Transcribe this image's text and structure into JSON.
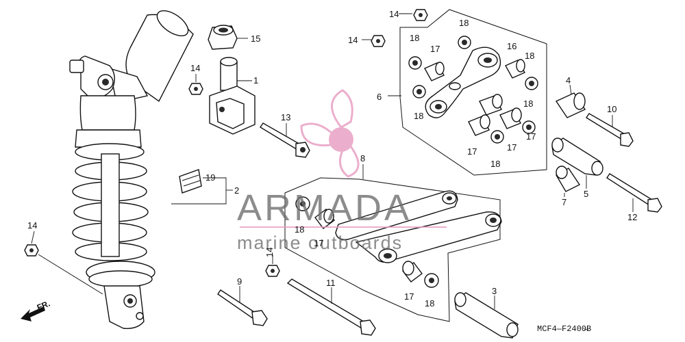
{
  "diagram_code": "MCF4—F2400̶B",
  "direction_label": "FR.",
  "watermark": {
    "title": "ARMADA",
    "subtitle": "marine outboards",
    "color": "#e79ac0"
  },
  "callouts": {
    "c1": "1",
    "c2": "2",
    "c3": "3",
    "c4": "4",
    "c5": "5",
    "c6": "6",
    "c7": "7",
    "c8": "8",
    "c9": "9",
    "c10": "10",
    "c11": "11",
    "c12": "12",
    "c13": "13",
    "c14a": "14",
    "c14b": "14",
    "c14c": "14",
    "c14d": "14",
    "c14e": "14",
    "c15": "15",
    "c16": "16",
    "c17a": "17",
    "c17b": "17",
    "c17c": "17",
    "c17d": "17",
    "c17e": "17",
    "c17f": "17",
    "c18a": "18",
    "c18b": "18",
    "c18c": "18",
    "c18d": "18",
    "c18e": "18",
    "c18f": "18",
    "c18g": "18",
    "c18h": "18",
    "c19": "19"
  }
}
